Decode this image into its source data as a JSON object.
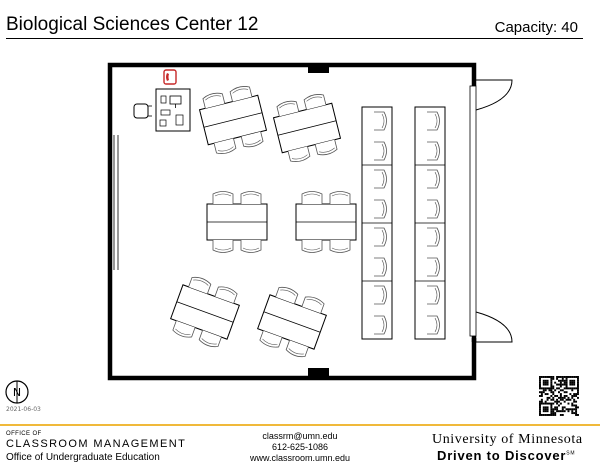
{
  "header": {
    "room_title": "Biological Sciences Center 12",
    "capacity_label": "Capacity: 40"
  },
  "plan_date": "2021-06-03",
  "compass": {
    "letter": "N"
  },
  "footer": {
    "office_small": "OFFICE OF",
    "office_name": "CLASSROOM MANAGEMENT",
    "office_parent": "Office of Undergraduate Education",
    "email": "classrm@umn.edu",
    "phone": "612-625-1086",
    "website": "www.classroom.umn.edu",
    "university": "University of Minnesota",
    "tagline": "Driven to Discover",
    "tagline_mark": "SM"
  },
  "colors": {
    "phone_icon": "#c62828",
    "footer_rule": "#f0b93a"
  }
}
